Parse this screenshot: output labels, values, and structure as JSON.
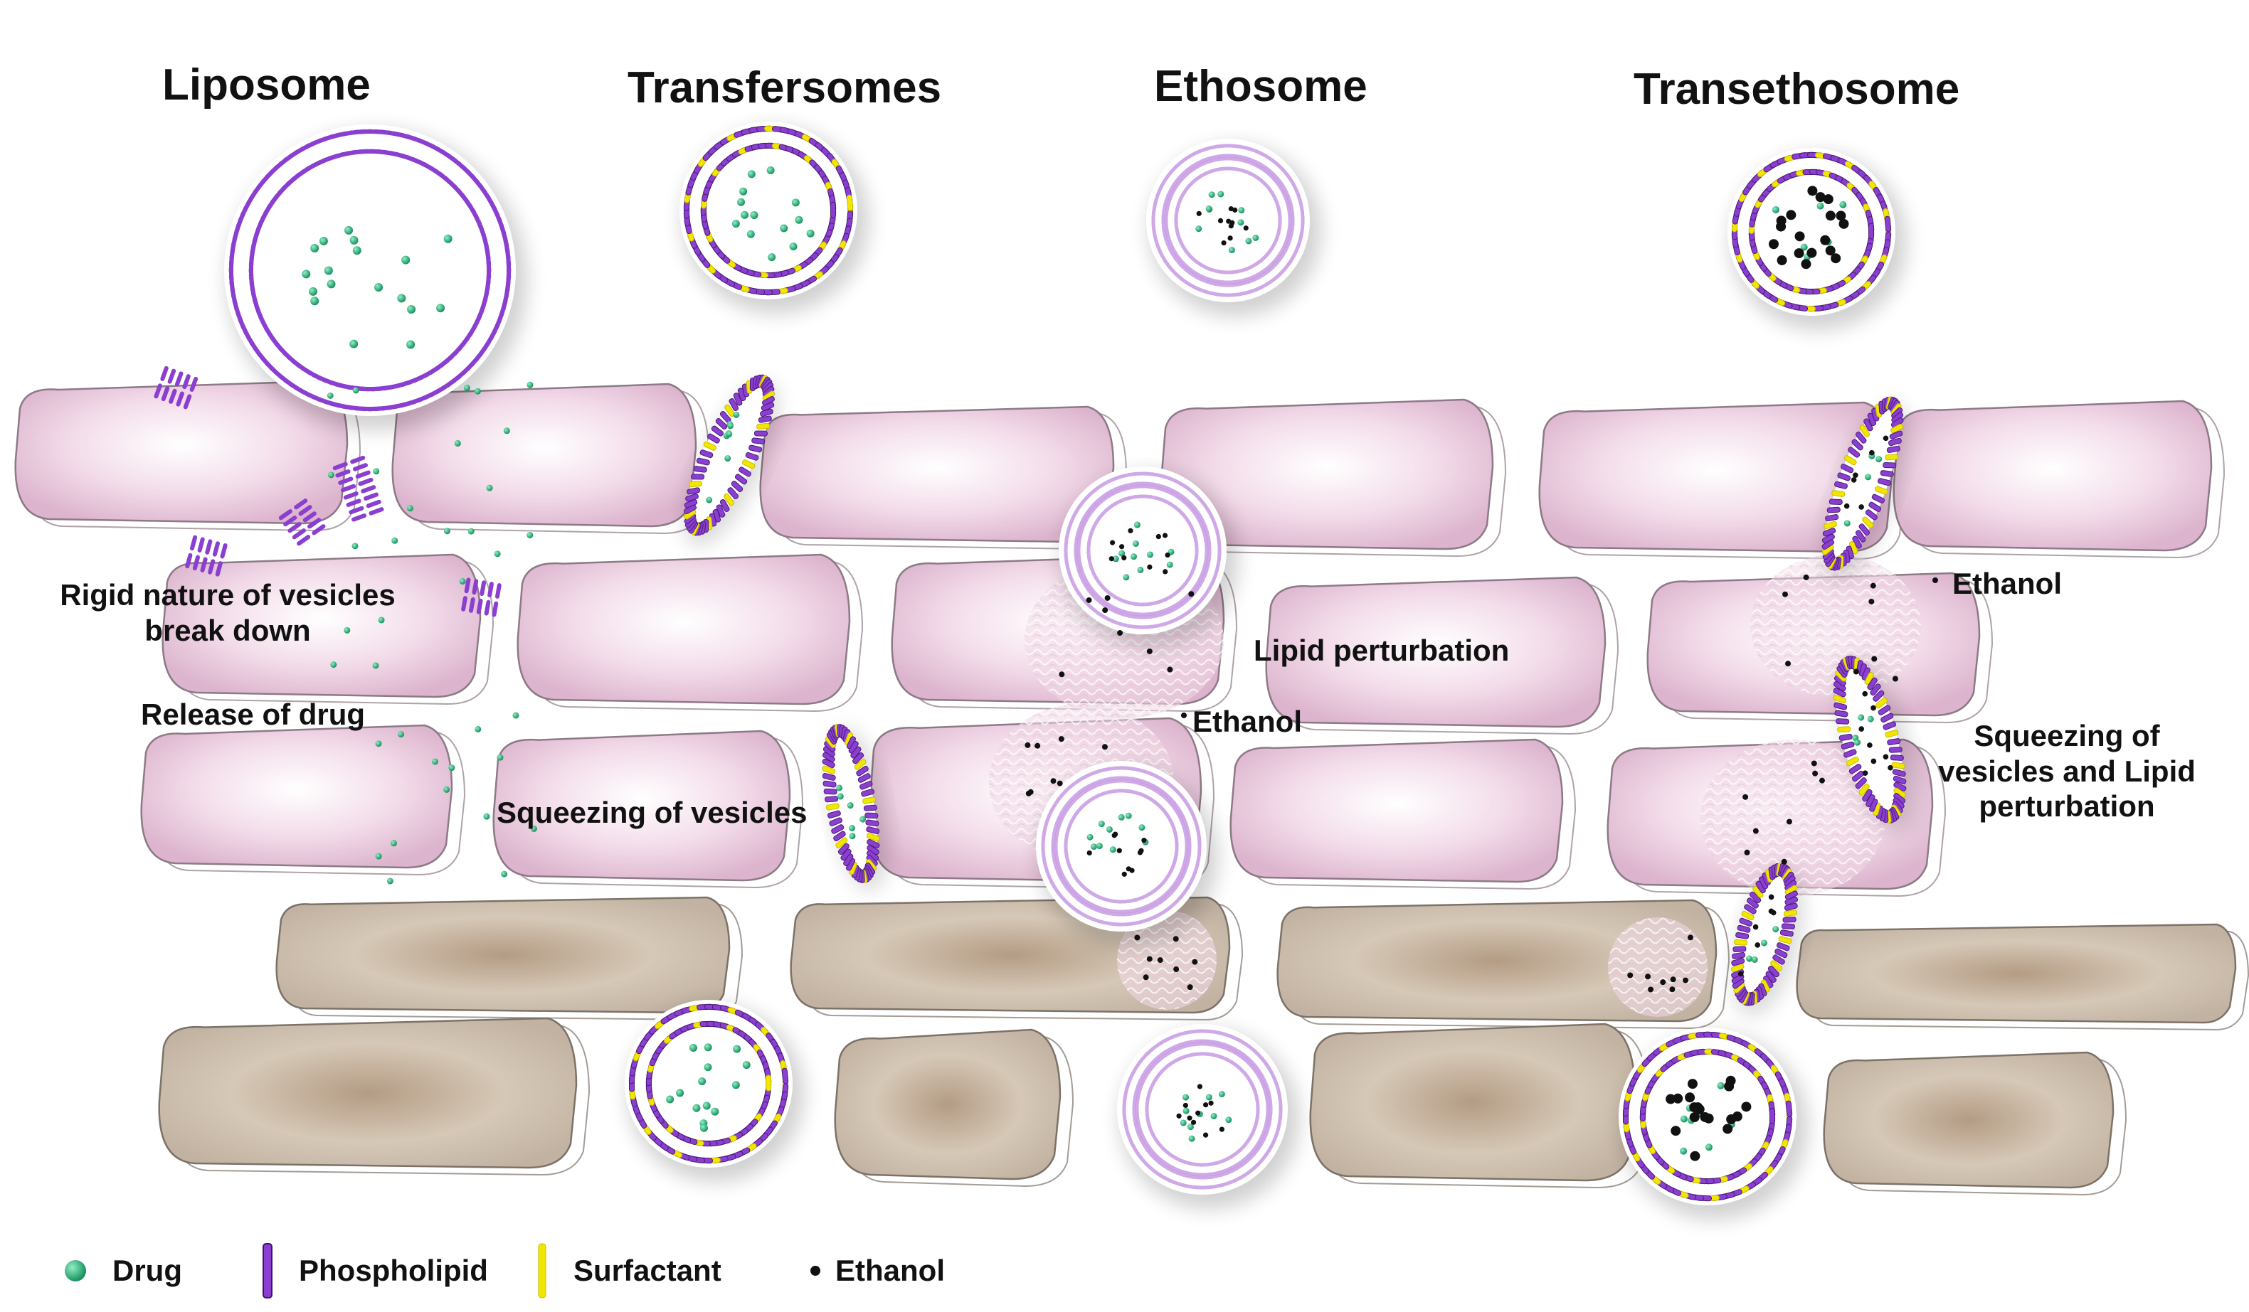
{
  "titles": {
    "liposome": "Liposome",
    "transfersomes": "Transfersomes",
    "ethosome": "Ethosome",
    "transethosome": "Transethosome"
  },
  "annotations": {
    "rigid_line1": "Rigid nature of vesicles",
    "rigid_line2": "break down",
    "release_of_drug": "Release of drug",
    "squeezing_of_vesicles": "Squeezing of vesicles",
    "lipid_perturbation": "Lipid perturbation",
    "ethanol_middle": "Ethanol",
    "ethanol_right": "Ethanol",
    "squeezing_lipid_line1": "Squeezing of",
    "squeezing_lipid_line2": "vesicles and Lipid",
    "squeezing_lipid_line3": "perturbation"
  },
  "legend": {
    "drug": "Drug",
    "phospholipid": "Phospholipid",
    "surfactant": "Surfactant",
    "ethanol": "Ethanol"
  },
  "colors": {
    "drug": "#1aa56e",
    "phospholipid": "#8a3fd1",
    "phospholipid_dark": "#4a1a7a",
    "surfactant": "#f2e600",
    "ethanol": "#111111",
    "corneocyte_pink": "#ecd0e2",
    "corneocyte_brown": "#c9b9a5",
    "ethosome_lipid": "#c79be3"
  }
}
